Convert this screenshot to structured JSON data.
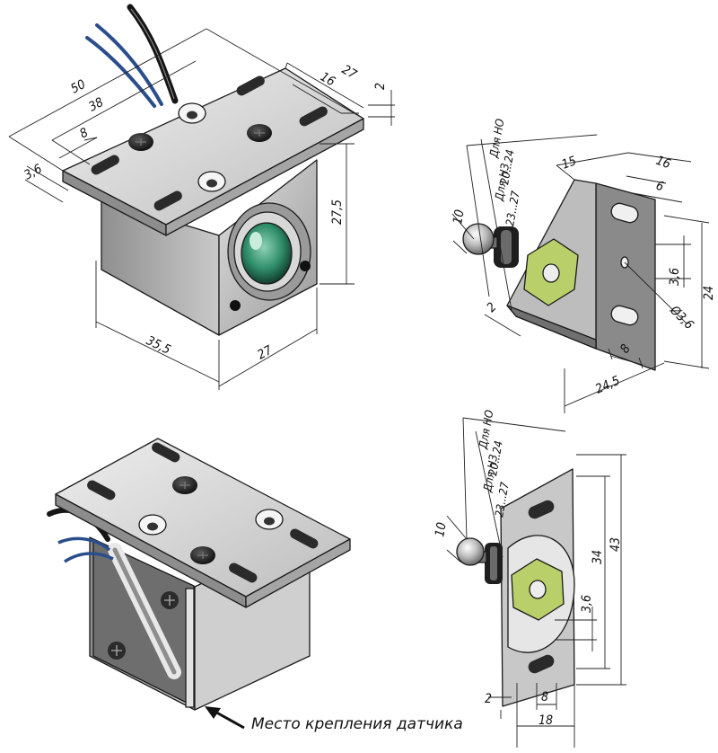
{
  "views": {
    "lock_top": {
      "dims": {
        "d50": "50",
        "d38": "38",
        "d8": "8",
        "d3_6": "3,6",
        "d27_top": "27",
        "d16": "16",
        "d2": "2",
        "d27_5": "27,5",
        "d35_5": "35,5",
        "d27_bottom": "27"
      }
    },
    "bracket_top": {
      "dims": {
        "nc_label": "Для НО",
        "nc_range": "20...24",
        "nz_label": "Для НЗ",
        "nz_range": "23...27",
        "d10": "10",
        "d15": "15",
        "d16": "16",
        "d6": "6",
        "d3_6": "3,6",
        "d24": "24",
        "d_phi": "Ø3,6",
        "d2": "2",
        "d8": "8",
        "d24_5": "24,5"
      }
    },
    "bracket_bottom": {
      "dims": {
        "nc_label": "Для НО",
        "nc_range": "20...24",
        "nz_label": "Для НЗ",
        "nz_range": "23...27",
        "d10": "10",
        "d34": "34",
        "d43": "43",
        "d3_6": "3,6",
        "d2": "2",
        "d8": "8",
        "d18": "18"
      }
    }
  },
  "caption": "Место крепления датчика",
  "colors": {
    "metal_light": "#d4d4d4",
    "metal_mid": "#a9a9a9",
    "metal_dark": "#6e6e6e",
    "nut": "#b9cf6a",
    "lens": "#2f8d6a",
    "wire_blue": "#2a4d8c",
    "wire_black": "#151515"
  }
}
